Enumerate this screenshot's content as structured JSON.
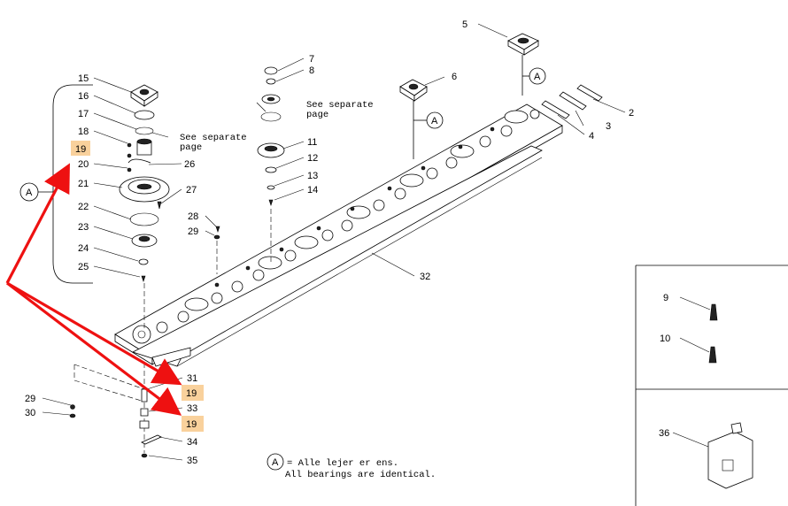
{
  "callouts": {
    "p1": "2",
    "p2": "3",
    "p3": "4",
    "p4": "5",
    "p5": "6",
    "p6": "7",
    "p7": "8",
    "p8": "11",
    "p9": "12",
    "p10": "13",
    "p11": "14",
    "p12": "15",
    "p13": "16",
    "p14": "17",
    "p15": "18",
    "p16": "19",
    "p17": "20",
    "p18": "26",
    "p19": "21",
    "p20": "27",
    "p21": "22",
    "p22": "23",
    "p23": "24",
    "p24": "25",
    "p25": "28",
    "p26": "29",
    "p27": "32",
    "p28": "31",
    "p29": "19",
    "p30": "33",
    "p31": "19",
    "p32": "34",
    "p33": "35",
    "p34": "29",
    "p35": "30",
    "p36": "9",
    "p37": "10",
    "p38": "36"
  },
  "notes": {
    "see_separate_1a": "See separate",
    "see_separate_1b": "page",
    "see_separate_2a": "See separate",
    "see_separate_2b": "page"
  },
  "circle_marker": "A",
  "legend": {
    "marker": "A",
    "line1": "= Alle lejer er ens.",
    "line2": "All bearings are identical."
  },
  "highlight_color": "#f8c98b",
  "arrow_color": "#ee1111"
}
